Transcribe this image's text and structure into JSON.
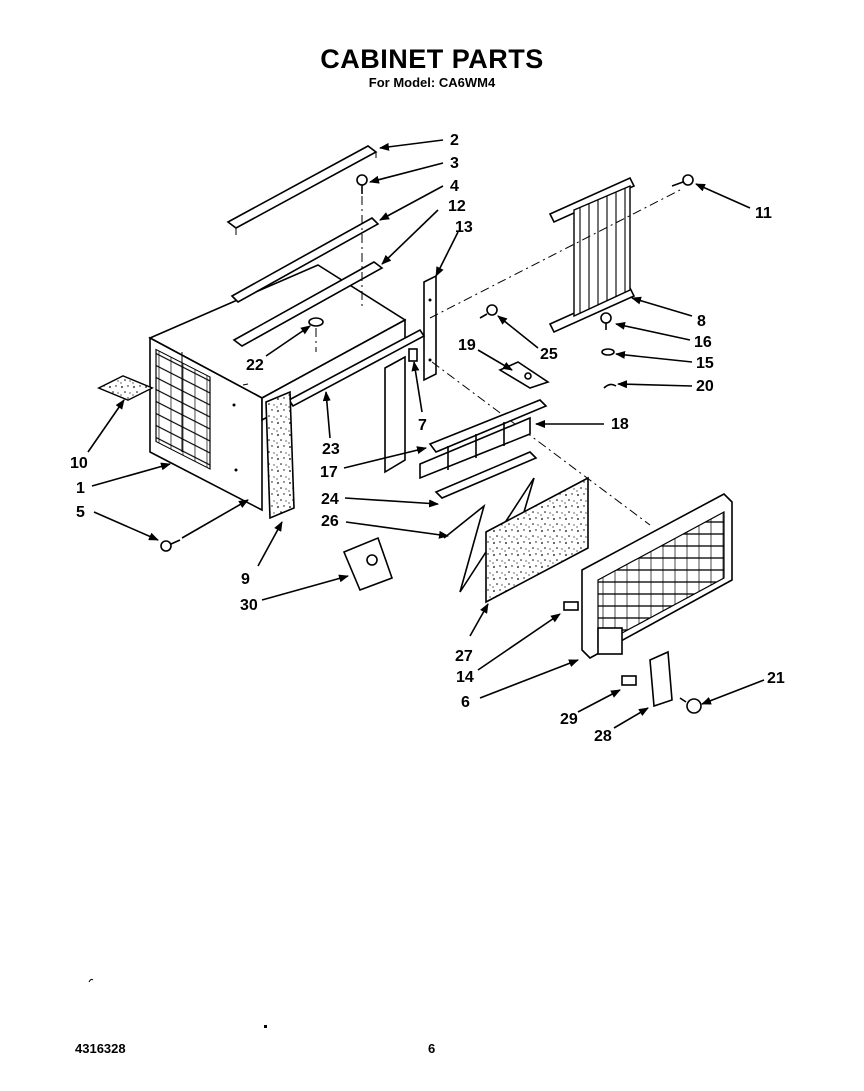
{
  "header": {
    "title": "CABINET PARTS",
    "subtitle": "For Model: CA6WM4"
  },
  "footer": {
    "doc_number": "4316328",
    "page_number": "6"
  },
  "callouts": [
    {
      "id": "c2",
      "text": "2"
    },
    {
      "id": "c3",
      "text": "3"
    },
    {
      "id": "c4",
      "text": "4"
    },
    {
      "id": "c12",
      "text": "12"
    },
    {
      "id": "c13",
      "text": "13"
    },
    {
      "id": "c11",
      "text": "11"
    },
    {
      "id": "c8",
      "text": "8"
    },
    {
      "id": "c16",
      "text": "16"
    },
    {
      "id": "c15",
      "text": "15"
    },
    {
      "id": "c20",
      "text": "20"
    },
    {
      "id": "c25",
      "text": "25"
    },
    {
      "id": "c19",
      "text": "19"
    },
    {
      "id": "c22",
      "text": "22"
    },
    {
      "id": "c7",
      "text": "7"
    },
    {
      "id": "c18",
      "text": "18"
    },
    {
      "id": "c23",
      "text": "23"
    },
    {
      "id": "c17",
      "text": "17"
    },
    {
      "id": "c10",
      "text": "10"
    },
    {
      "id": "c1",
      "text": "1"
    },
    {
      "id": "c5",
      "text": "5"
    },
    {
      "id": "c24",
      "text": "24"
    },
    {
      "id": "c26",
      "text": "26"
    },
    {
      "id": "c9",
      "text": "9"
    },
    {
      "id": "c30",
      "text": "30"
    },
    {
      "id": "c27",
      "text": "27"
    },
    {
      "id": "c14",
      "text": "14"
    },
    {
      "id": "c6",
      "text": "6"
    },
    {
      "id": "c21",
      "text": "21"
    },
    {
      "id": "c29",
      "text": "29"
    },
    {
      "id": "c28",
      "text": "28"
    }
  ]
}
